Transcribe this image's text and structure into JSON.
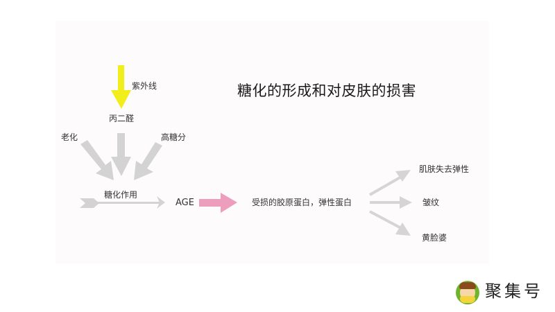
{
  "diagram": {
    "title": "糖化的形成和对皮肤的损害",
    "inputs": {
      "uv": "紫外线",
      "malondialdehyde": "丙二醛",
      "aging": "老化",
      "high_sugar": "高糖分"
    },
    "process": "糖化作用",
    "product": "AGE",
    "damage": "受损的胶原蛋白，弹性蛋白",
    "outcomes": [
      "肌肤失去弹性",
      "皱纹",
      "黄脸婆"
    ]
  },
  "colors": {
    "uv_arrow": "#f2ee1c",
    "gray_arrow": "#d3d3d3",
    "age_arrow": "#ee9ebd",
    "panel_bg": "#fdfbfc"
  },
  "watermark": {
    "text": "聚集号",
    "icon": "cartoon-avatar-icon"
  }
}
